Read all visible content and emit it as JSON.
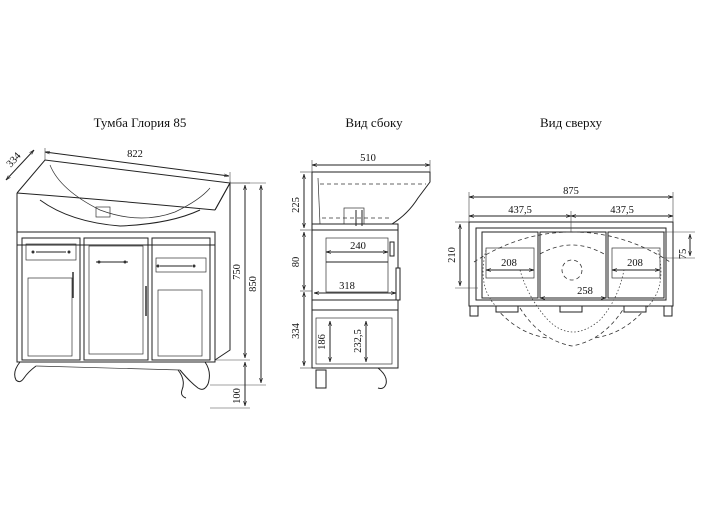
{
  "titles": {
    "front": "Тумба Глория 85",
    "side": "Вид сбоку",
    "top": "Вид сверху"
  },
  "front_dims": {
    "depth": "334",
    "width": "822",
    "body_height": "750",
    "total_height": "850",
    "leg_height": "100"
  },
  "side_dims": {
    "depth": "510",
    "top_section": "225",
    "drawer_gap": "80",
    "bottom_section": "334",
    "drawer_depth": "240",
    "inner_depth": "318",
    "shelf_height": "186",
    "shelf_level": "232,5"
  },
  "top_dims": {
    "width": "875",
    "half_left": "437,5",
    "half_right": "437,5",
    "depth": "210",
    "inset": "75",
    "drawer_left": "208",
    "drawer_right": "208",
    "center": "258"
  }
}
